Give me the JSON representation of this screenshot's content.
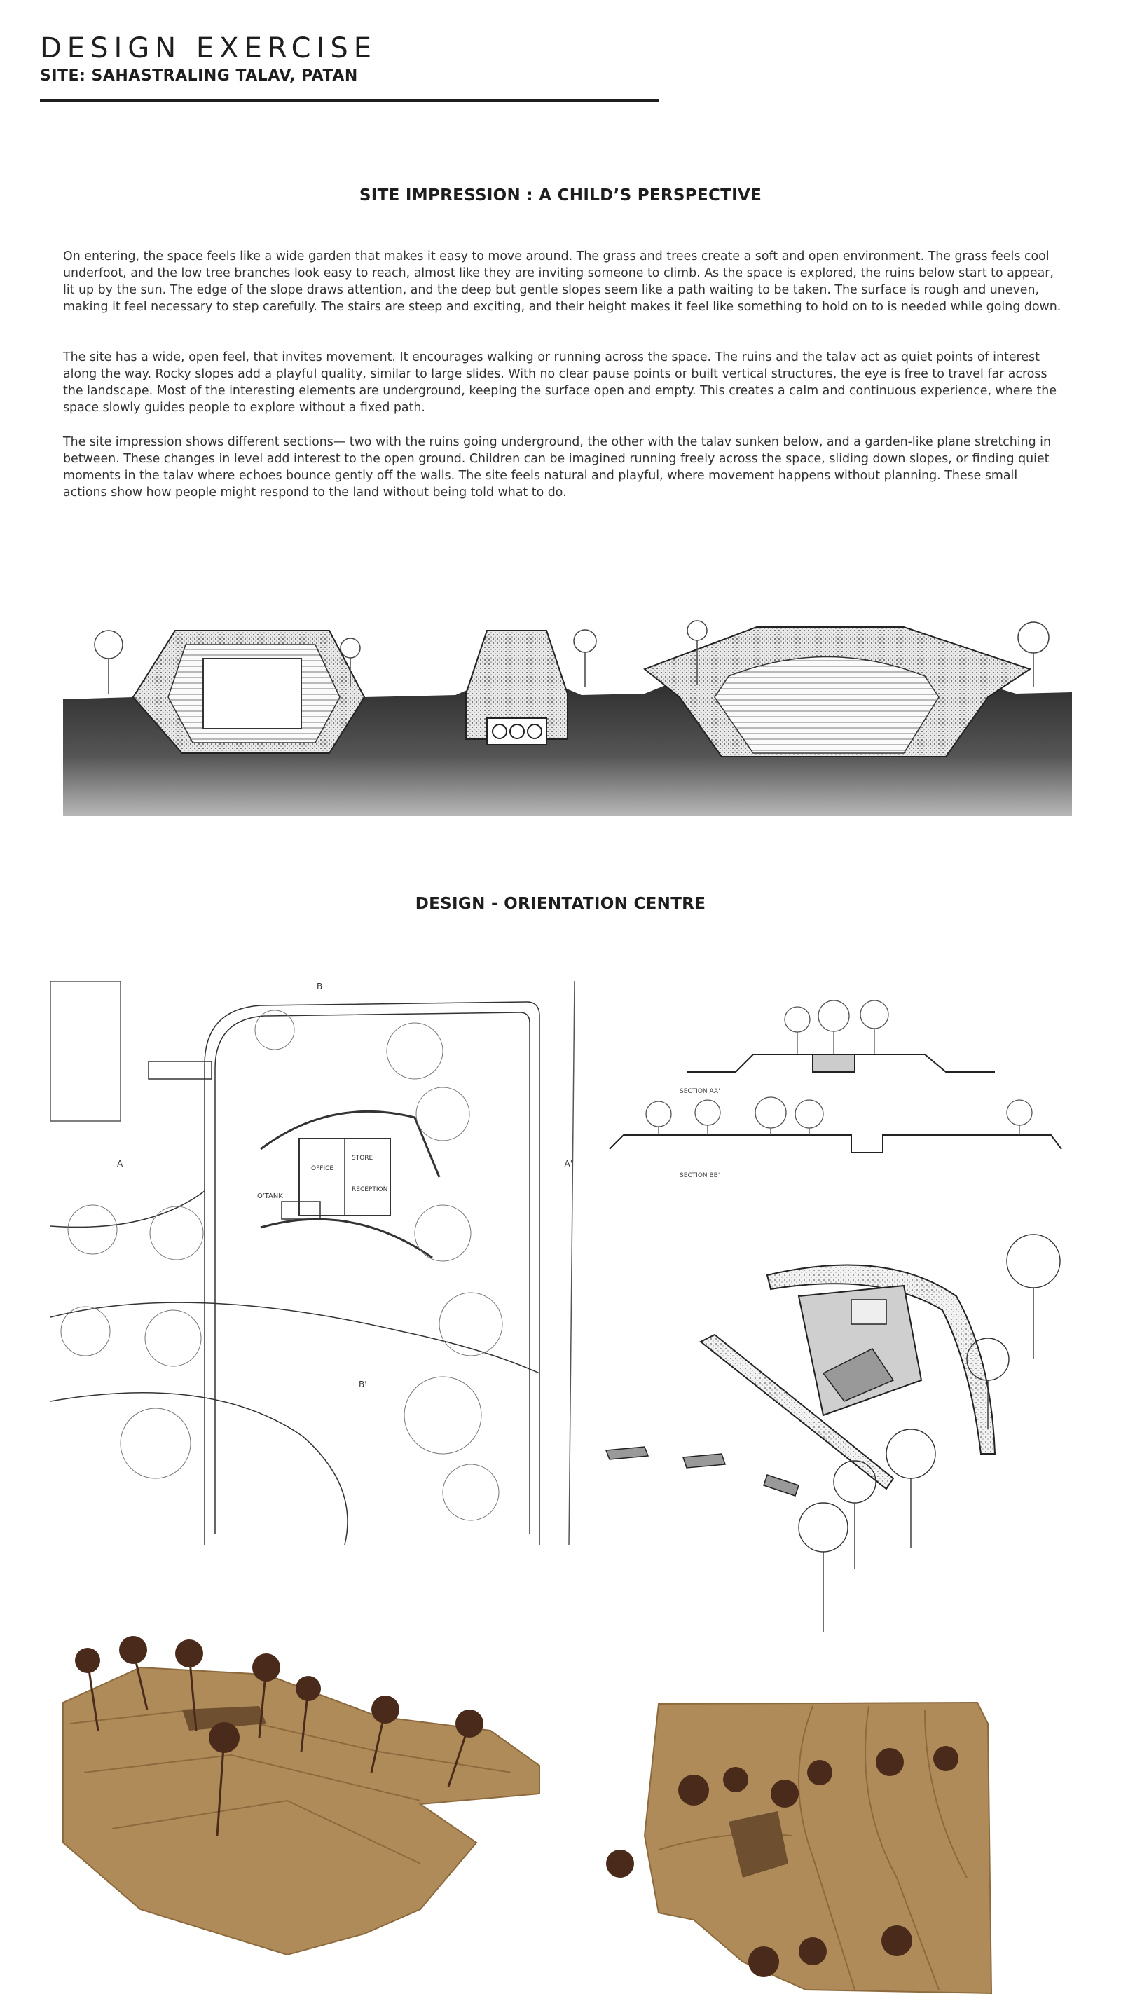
{
  "header": {
    "title": "DESIGN EXERCISE",
    "site": "SITE: SAHASTRALING TALAV, PATAN"
  },
  "impression": {
    "heading": "SITE IMPRESSION : A CHILD’S PERSPECTIVE",
    "paragraphs": [
      "On entering, the space feels like a wide garden that makes it easy to move around. The grass and trees create a soft and open environment. The grass feels cool underfoot, and the low tree branches look easy to reach, almost like they are inviting someone to climb. As the space is explored, the ruins below start to appear, lit up by the sun. The edge of the slope draws attention, and the deep but gentle slopes seem like a path waiting to be taken. The surface is rough and uneven, making it feel necessary to step carefully. The stairs are steep and exciting, and their height makes it feel like something to hold on to is needed while going down.",
      "The site has a wide, open feel, that invites movement. It encourages walking or running across the space. The ruins and the talav act as quiet points of interest along the way. Rocky slopes add a playful quality, similar to large slides. With no clear pause points or built vertical structures, the eye is free to travel far across the landscape. Most of the interesting elements are underground, keeping the surface open and empty. This creates a calm and continuous experience, where the space slowly guides people to explore without a fixed path.",
      "The site impression shows different sections— two with the ruins going underground, the other with the talav sunken below, and a garden-like plane stretching in between. These changes in level add interest to the open ground. Children can be imagined running freely across the space, sliding down slopes, or finding quiet moments in the talav where echoes bounce gently off the walls. The site feels natural and playful, where movement happens without planning. These small actions show how people might respond to the land without being told what to do."
    ]
  },
  "design": {
    "heading": "DESIGN - ORIENTATION CENTRE",
    "plan_labels": {
      "section_a_left": "A",
      "section_a_right": "A'",
      "section_b_top": "B",
      "section_b_bottom": "B'",
      "room1": "OFFICE",
      "room2": "STORE",
      "room3": "RECEPTION",
      "open_area": "O'TANK"
    },
    "section_labels": {
      "section_aa": "SECTION AA'",
      "section_bb": "SECTION BB'"
    }
  },
  "colors": {
    "ink": "#1e1e1e",
    "text": "#333333",
    "earth": "#3a3a3a",
    "cardboard": "#b08b5a",
    "cardboard_dark": "#8c6a3d",
    "branch": "#4a2a1a"
  }
}
